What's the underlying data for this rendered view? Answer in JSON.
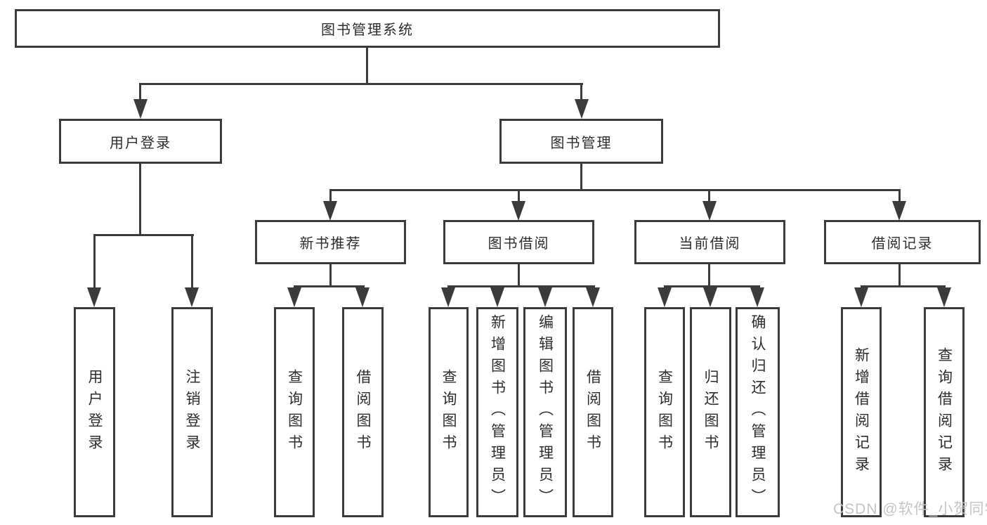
{
  "tree": {
    "root": {
      "label": "图书管理系统",
      "children": [
        {
          "label": "用户登录",
          "children": [
            {
              "label": "用户登录"
            },
            {
              "label": "注销登录"
            }
          ]
        },
        {
          "label": "图书管理",
          "children": [
            {
              "label": "新书推荐",
              "children": [
                {
                  "label": "查询图书"
                },
                {
                  "label": "借阅图书"
                }
              ]
            },
            {
              "label": "图书借阅",
              "children": [
                {
                  "label": "查询图书"
                },
                {
                  "label": "新增图书（管理员）"
                },
                {
                  "label": "编辑图书（管理员）"
                },
                {
                  "label": "借阅图书"
                }
              ]
            },
            {
              "label": "当前借阅",
              "children": [
                {
                  "label": "查询图书"
                },
                {
                  "label": "归还图书"
                },
                {
                  "label": "确认归还（管理员）"
                }
              ]
            },
            {
              "label": "借阅记录",
              "children": [
                {
                  "label": "新增借阅记录"
                },
                {
                  "label": "查询借阅记录"
                }
              ]
            }
          ]
        }
      ]
    }
  },
  "watermark": {
    "text": "CSDN @软件_小贺同学"
  },
  "colors": {
    "line": "#3b3b3b",
    "text": "#2d2d2d",
    "watermark": "#c7c3c3",
    "background": "#ffffff"
  }
}
